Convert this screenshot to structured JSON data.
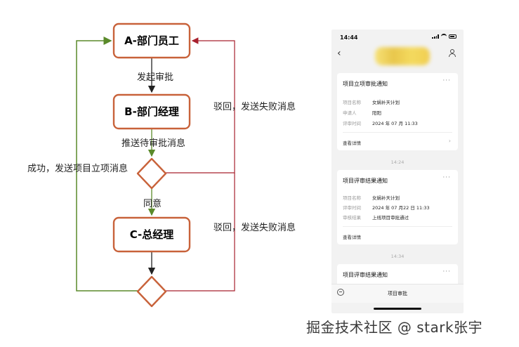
{
  "diagram": {
    "nodes": {
      "a": "A-部门员工",
      "b": "B-部门经理",
      "c": "C-总经理"
    },
    "edges": {
      "a_to_b": "发起审批",
      "b_to_d1": "推送待审批消息",
      "d1_to_c": "同意",
      "reject_1": "驳回，发送失败消息",
      "reject_2": "驳回，发送失败消息",
      "success": "成功，发送项目立项消息"
    },
    "colors": {
      "node_border": "#c8623a",
      "success_line": "#5a8a2a",
      "reject_line": "#a8212e",
      "arrow": "#222222"
    }
  },
  "phone": {
    "status_time": "14:44",
    "cards": [
      {
        "title": "项目立项审批通知",
        "rows": [
          {
            "k": "项目名称",
            "v": "女娲补天计划"
          },
          {
            "k": "申请人",
            "v": "阳阳"
          },
          {
            "k": "评审时间",
            "v": "2024 年 07 月 11:33"
          }
        ],
        "detail": "查看详情"
      },
      {
        "title": "项目评审结果通知",
        "rows": [
          {
            "k": "项目名称",
            "v": "女娲补天计划"
          },
          {
            "k": "评审时间",
            "v": "2024 年 07 月22 日 11:33"
          },
          {
            "k": "审核结果",
            "v": "上线项目审批通过"
          }
        ],
        "detail": "查看详情"
      },
      {
        "title": "项目评审结果通知"
      }
    ],
    "timestamps": [
      "14:24",
      "14:34"
    ],
    "menu_label": "项目审批"
  },
  "watermark": "掘金技术社区 @ stark张宇"
}
